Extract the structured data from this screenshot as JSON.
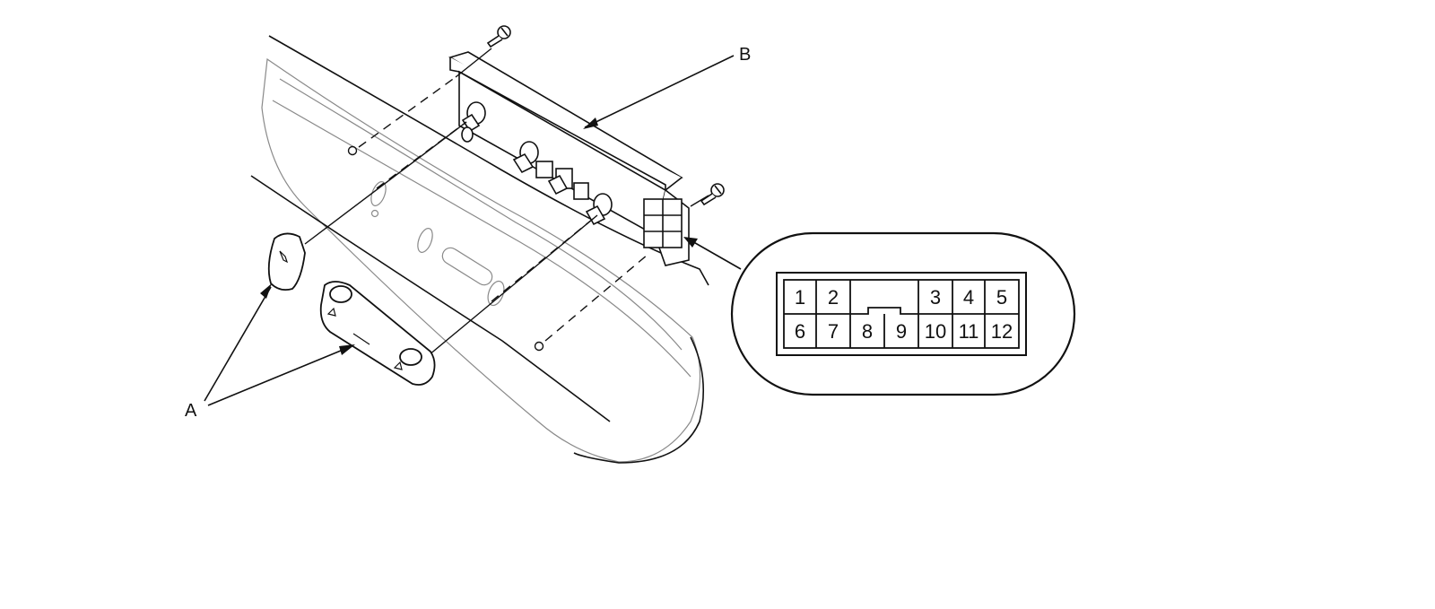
{
  "callouts": {
    "a": "A",
    "b": "B"
  },
  "connector": {
    "top_row": [
      "1",
      "2",
      "3",
      "4",
      "5"
    ],
    "bottom_row": [
      "6",
      "7",
      "8",
      "9",
      "10",
      "11",
      "12"
    ]
  },
  "colors": {
    "line": "#111111",
    "panel_line": "#8a8a8a",
    "background": "#ffffff"
  }
}
